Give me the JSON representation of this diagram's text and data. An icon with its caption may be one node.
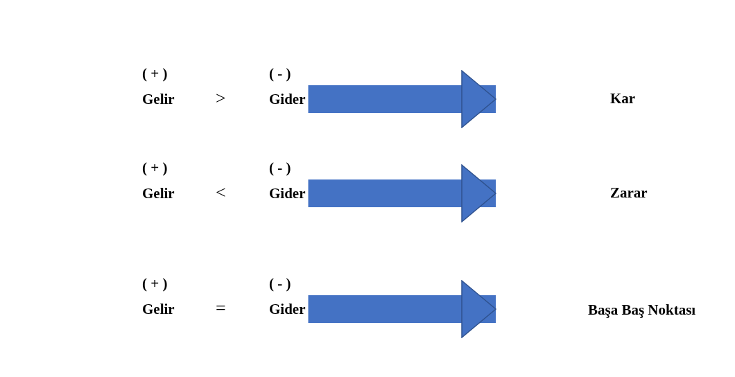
{
  "diagram": {
    "nodes": [
      {
        "text": [
          "( + )",
          "( - )",
          "Gelir",
          ">",
          "Gider"
        ]
      },
      {
        "text": [
          "Kar"
        ]
      },
      {
        "text": [
          "( + )",
          "( - )",
          "Gelir",
          "<",
          "Gider"
        ]
      },
      {
        "text": [
          "Zarar"
        ]
      },
      {
        "text": [
          "( + )",
          "( - )",
          "Gelir",
          "=",
          "Gider"
        ]
      },
      {
        "text": [
          "Başa Baş Noktası"
        ]
      }
    ],
    "edges": [
      {
        "from": 0,
        "to": 1,
        "arrow": "to"
      },
      {
        "from": 2,
        "to": 3,
        "arrow": "to"
      },
      {
        "from": 4,
        "to": 5,
        "arrow": "to"
      }
    ]
  }
}
